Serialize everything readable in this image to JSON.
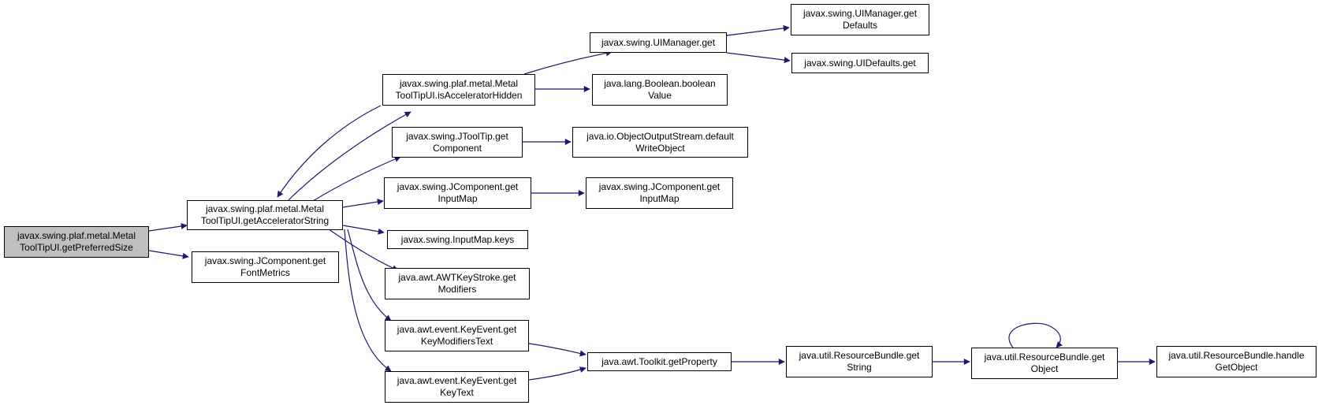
{
  "colors": {
    "edge": "#191970",
    "root_fill": "#bfbfbf",
    "node_fill": "#ffffff",
    "border": "#000000"
  },
  "nodes": {
    "root": {
      "line1": "javax.swing.plaf.metal.Metal",
      "line2": "ToolTipUI.getPreferredSize"
    },
    "getAcceleratorString": {
      "line1": "javax.swing.plaf.metal.Metal",
      "line2": "ToolTipUI.getAcceleratorString"
    },
    "getFontMetrics": {
      "line1": "javax.swing.JComponent.get",
      "line2": "FontMetrics"
    },
    "isAcceleratorHidden": {
      "line1": "javax.swing.plaf.metal.Metal",
      "line2": "ToolTipUI.isAcceleratorHidden"
    },
    "getComponent": {
      "line1": "javax.swing.JToolTip.get",
      "line2": "Component"
    },
    "getInputMap1": {
      "line1": "javax.swing.JComponent.get",
      "line2": "InputMap"
    },
    "inputMapKeys": {
      "line1": "javax.swing.InputMap.keys"
    },
    "getModifiers": {
      "line1": "java.awt.AWTKeyStroke.get",
      "line2": "Modifiers"
    },
    "getKeyModifiersText": {
      "line1": "java.awt.event.KeyEvent.get",
      "line2": "KeyModifiersText"
    },
    "getKeyText": {
      "line1": "java.awt.event.KeyEvent.get",
      "line2": "KeyText"
    },
    "uiManagerGet": {
      "line1": "javax.swing.UIManager.get"
    },
    "booleanValue": {
      "line1": "java.lang.Boolean.boolean",
      "line2": "Value"
    },
    "defaultWriteObject": {
      "line1": "java.io.ObjectOutputStream.default",
      "line2": "WriteObject"
    },
    "getInputMap2": {
      "line1": "javax.swing.JComponent.get",
      "line2": "InputMap"
    },
    "getDefaults": {
      "line1": "javax.swing.UIManager.get",
      "line2": "Defaults"
    },
    "uiDefaultsGet": {
      "line1": "javax.swing.UIDefaults.get"
    },
    "toolkitGetProperty": {
      "line1": "java.awt.Toolkit.getProperty"
    },
    "getString": {
      "line1": "java.util.ResourceBundle.get",
      "line2": "String"
    },
    "getObject": {
      "line1": "java.util.ResourceBundle.get",
      "line2": "Object"
    },
    "handleGetObject": {
      "line1": "java.util.ResourceBundle.handle",
      "line2": "GetObject"
    }
  }
}
